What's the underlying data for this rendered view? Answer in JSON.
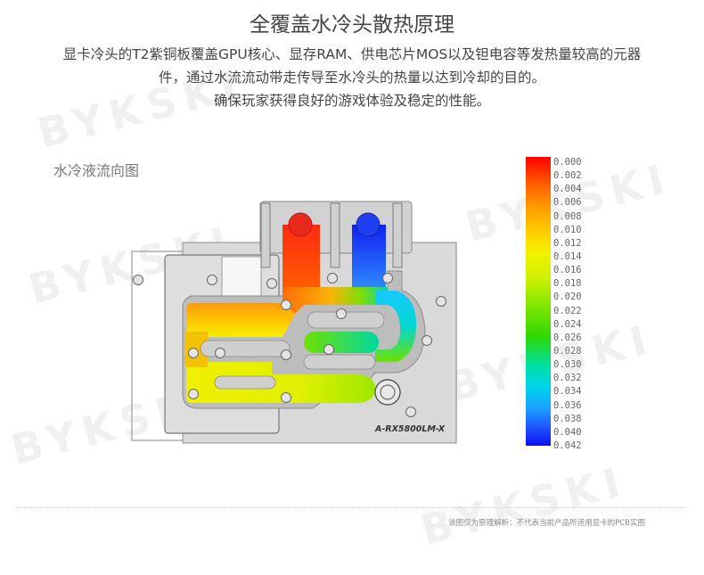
{
  "header": {
    "title": "全覆盖水冷头散热原理",
    "desc_line1": "显卡冷头的T2紫铜板覆盖GPU核心、显存RAM、供电芯片MOS以及钽电容等发热量较高的元器",
    "desc_line2": "件，通过水流流动带走传导至水冷头的热量以达到冷却的目的。",
    "desc_line3": "确保玩家获得良好的游戏体验及稳定的性能。"
  },
  "diagram": {
    "label": "水冷液流向图",
    "model_text": "A-RX5800LM-X",
    "inlet_color": "#e8281a",
    "outlet_color": "#1f3ff0"
  },
  "scale": {
    "ticks": [
      "0.000",
      "0.002",
      "0.004",
      "0.006",
      "0.008",
      "0.010",
      "0.012",
      "0.014",
      "0.016",
      "0.018",
      "0.020",
      "0.022",
      "0.024",
      "0.026",
      "0.028",
      "0.030",
      "0.032",
      "0.034",
      "0.036",
      "0.038",
      "0.040",
      "0.042"
    ]
  },
  "footer": {
    "note": "该图仅为原理解析：不代表当前产品所适用显卡的PCB实图"
  }
}
